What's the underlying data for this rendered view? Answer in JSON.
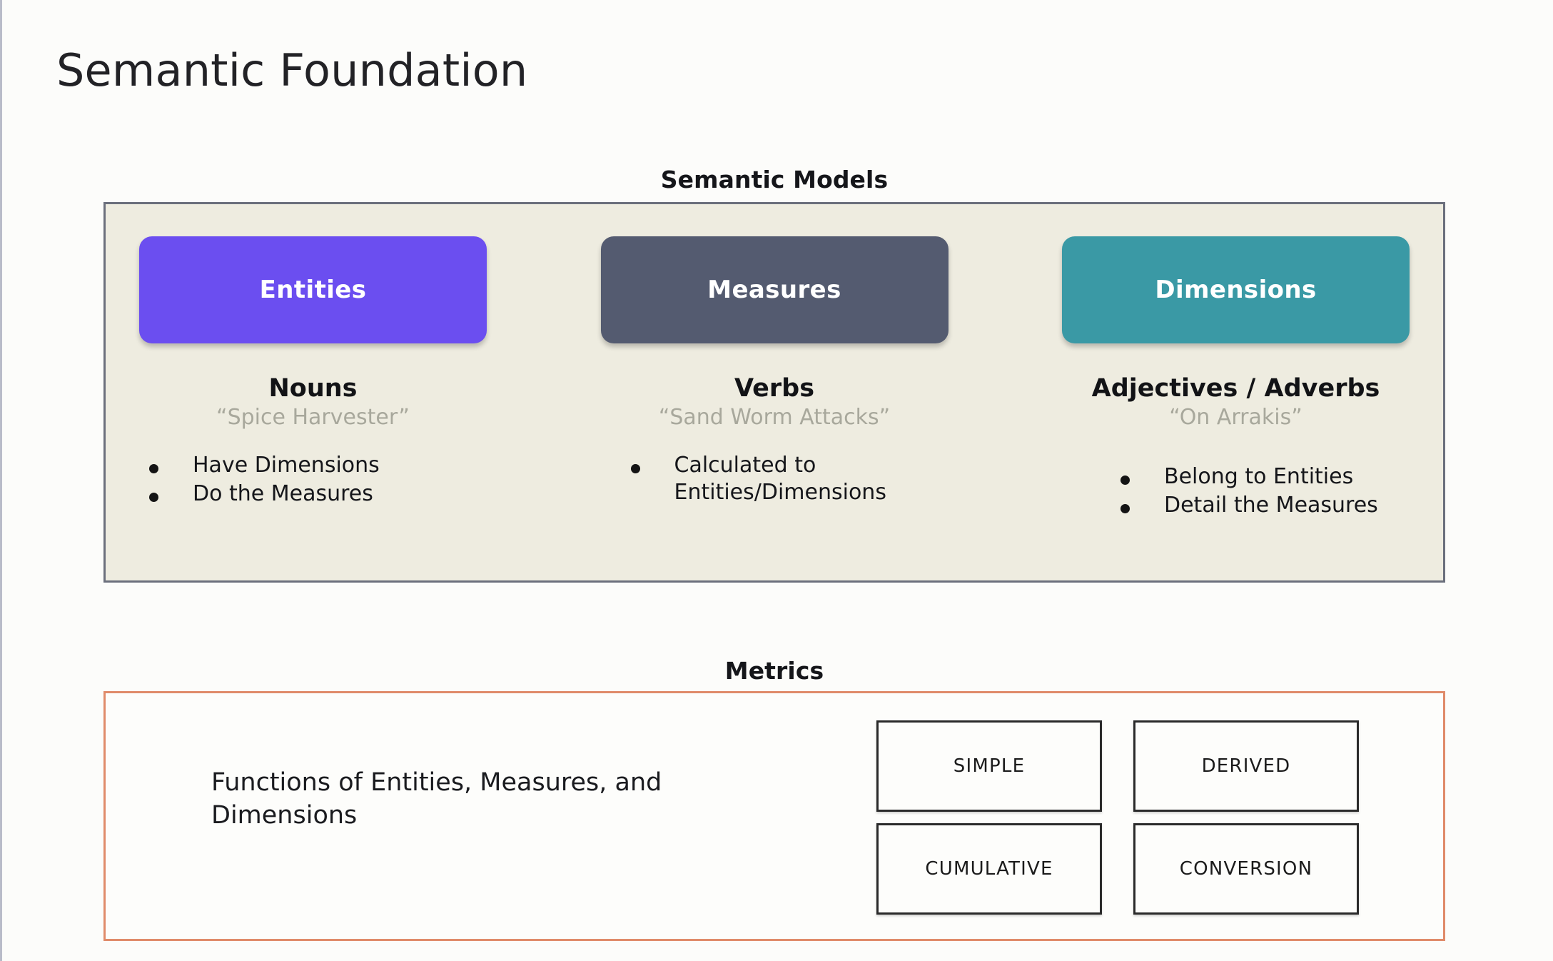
{
  "slide": {
    "title": "Semantic Foundation"
  },
  "semantic_models": {
    "caption": "Semantic Models",
    "panel_background": "#eeece0",
    "panel_border": "#6b6f7c",
    "columns": [
      {
        "pill_label": "Entities",
        "pill_color": "#6b4ef0",
        "heading": "Nouns",
        "example": "“Spice Harvester”",
        "bullets": [
          "Have Dimensions",
          "Do the Measures"
        ]
      },
      {
        "pill_label": "Measures",
        "pill_color": "#545b70",
        "heading": "Verbs",
        "example": "“Sand Worm Attacks”",
        "bullets": [
          "Calculated to Entities/Dimensions"
        ]
      },
      {
        "pill_label": "Dimensions",
        "pill_color": "#3a99a5",
        "heading": "Adjectives / Adverbs",
        "example": "“On Arrakis”",
        "bullets": [
          "Belong to Entities",
          "Detail the Measures"
        ]
      }
    ]
  },
  "metrics": {
    "caption": "Metrics",
    "panel_border": "#e08b6a",
    "description": "Functions of Entities, Measures, and Dimensions",
    "types": [
      "SIMPLE",
      "DERIVED",
      "CUMULATIVE",
      "CONVERSION"
    ]
  }
}
